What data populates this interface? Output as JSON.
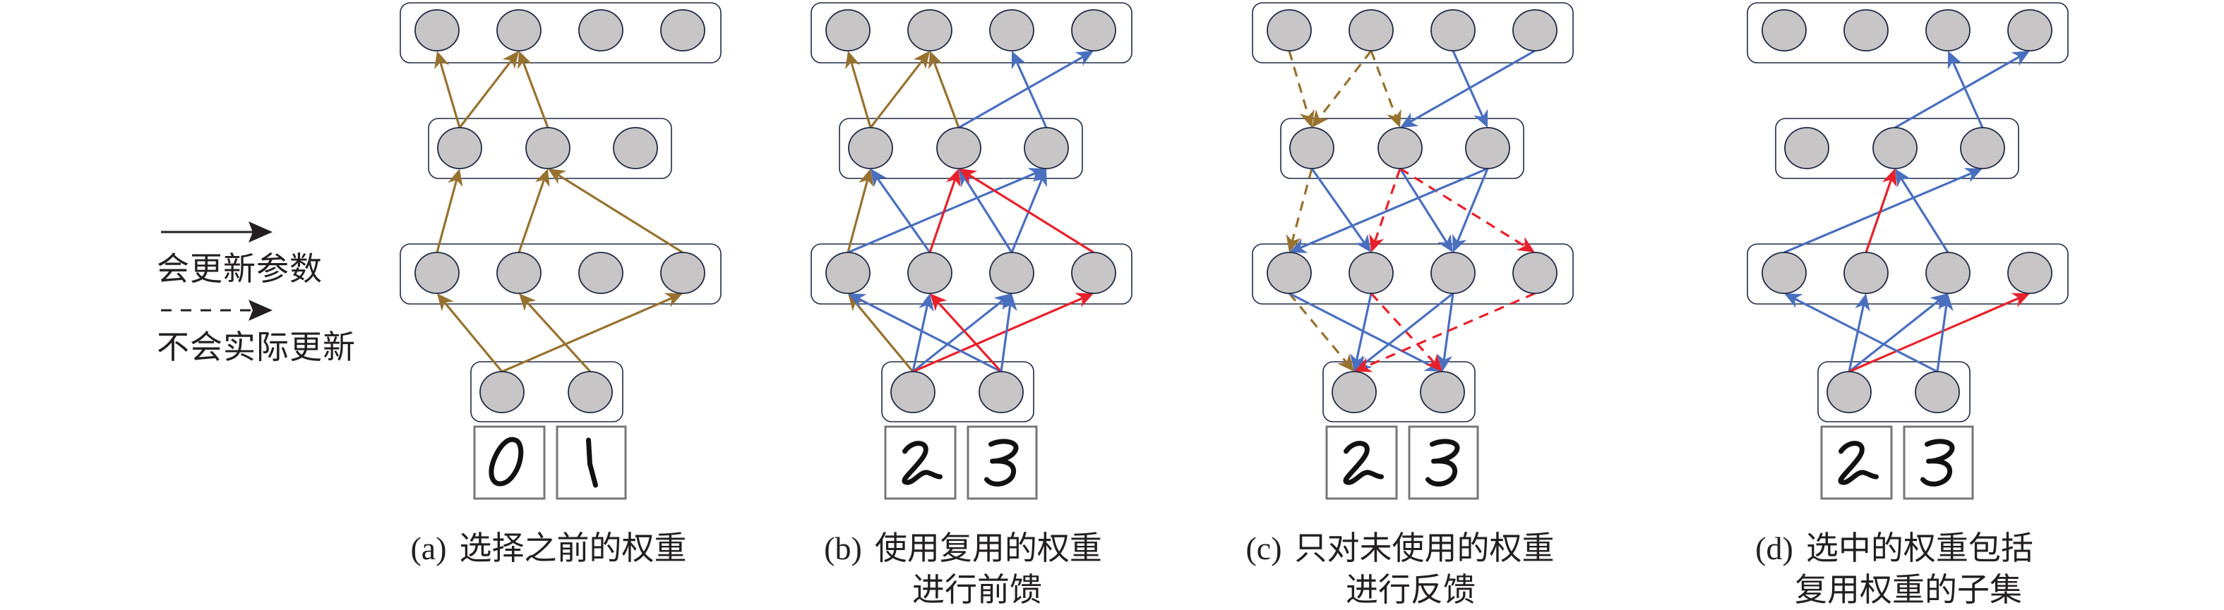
{
  "figure": {
    "colors": {
      "brown": "#97722f",
      "blue": "#4a6fbf",
      "red": "#e8202a",
      "node_fill": "#c7c5c6",
      "node_stroke": "#1f2a44",
      "box_stroke": "#1f2a44",
      "legend": "#231f20"
    },
    "layers": {
      "output": 4,
      "hidden2": 3,
      "hidden1": 4,
      "input": 2
    }
  },
  "legend": {
    "items": [
      {
        "style": "solid",
        "label": "会更新参数"
      },
      {
        "style": "dashed",
        "label": "不会实际更新"
      }
    ]
  },
  "panels": [
    {
      "id": "a",
      "tag": "(a)",
      "caption_lines": [
        "选择之前的权重"
      ],
      "digits": [
        "0",
        "1"
      ],
      "direction": "forward",
      "edges": [
        {
          "from": [
            "input",
            0
          ],
          "to": [
            "hidden1",
            0
          ],
          "color": "brown",
          "dashed": false
        },
        {
          "from": [
            "input",
            0
          ],
          "to": [
            "hidden1",
            3
          ],
          "color": "brown",
          "dashed": false
        },
        {
          "from": [
            "input",
            1
          ],
          "to": [
            "hidden1",
            1
          ],
          "color": "brown",
          "dashed": false
        },
        {
          "from": [
            "hidden1",
            0
          ],
          "to": [
            "hidden2",
            0
          ],
          "color": "brown",
          "dashed": false
        },
        {
          "from": [
            "hidden1",
            1
          ],
          "to": [
            "hidden2",
            1
          ],
          "color": "brown",
          "dashed": false
        },
        {
          "from": [
            "hidden1",
            3
          ],
          "to": [
            "hidden2",
            1
          ],
          "color": "brown",
          "dashed": false
        },
        {
          "from": [
            "hidden2",
            0
          ],
          "to": [
            "output",
            0
          ],
          "color": "brown",
          "dashed": false
        },
        {
          "from": [
            "hidden2",
            0
          ],
          "to": [
            "output",
            1
          ],
          "color": "brown",
          "dashed": false
        },
        {
          "from": [
            "hidden2",
            1
          ],
          "to": [
            "output",
            1
          ],
          "color": "brown",
          "dashed": false
        }
      ]
    },
    {
      "id": "b",
      "tag": "(b)",
      "caption_lines": [
        "使用复用的权重",
        "进行前馈"
      ],
      "digits": [
        "2",
        "3"
      ],
      "direction": "forward",
      "edges": [
        {
          "from": [
            "input",
            0
          ],
          "to": [
            "hidden1",
            0
          ],
          "color": "brown",
          "dashed": false
        },
        {
          "from": [
            "input",
            0
          ],
          "to": [
            "hidden1",
            1
          ],
          "color": "blue",
          "dashed": false
        },
        {
          "from": [
            "input",
            0
          ],
          "to": [
            "hidden1",
            2
          ],
          "color": "blue",
          "dashed": false
        },
        {
          "from": [
            "input",
            0
          ],
          "to": [
            "hidden1",
            3
          ],
          "color": "red",
          "dashed": false
        },
        {
          "from": [
            "input",
            1
          ],
          "to": [
            "hidden1",
            0
          ],
          "color": "blue",
          "dashed": false
        },
        {
          "from": [
            "input",
            1
          ],
          "to": [
            "hidden1",
            1
          ],
          "color": "red",
          "dashed": false
        },
        {
          "from": [
            "input",
            1
          ],
          "to": [
            "hidden1",
            2
          ],
          "color": "blue",
          "dashed": false
        },
        {
          "from": [
            "hidden1",
            0
          ],
          "to": [
            "hidden2",
            0
          ],
          "color": "brown",
          "dashed": false
        },
        {
          "from": [
            "hidden1",
            0
          ],
          "to": [
            "hidden2",
            2
          ],
          "color": "blue",
          "dashed": false
        },
        {
          "from": [
            "hidden1",
            1
          ],
          "to": [
            "hidden2",
            0
          ],
          "color": "blue",
          "dashed": false
        },
        {
          "from": [
            "hidden1",
            1
          ],
          "to": [
            "hidden2",
            1
          ],
          "color": "red",
          "dashed": false
        },
        {
          "from": [
            "hidden1",
            2
          ],
          "to": [
            "hidden2",
            1
          ],
          "color": "blue",
          "dashed": false
        },
        {
          "from": [
            "hidden1",
            2
          ],
          "to": [
            "hidden2",
            2
          ],
          "color": "blue",
          "dashed": false
        },
        {
          "from": [
            "hidden1",
            3
          ],
          "to": [
            "hidden2",
            1
          ],
          "color": "red",
          "dashed": false
        },
        {
          "from": [
            "hidden2",
            0
          ],
          "to": [
            "output",
            0
          ],
          "color": "brown",
          "dashed": false
        },
        {
          "from": [
            "hidden2",
            0
          ],
          "to": [
            "output",
            1
          ],
          "color": "brown",
          "dashed": false
        },
        {
          "from": [
            "hidden2",
            1
          ],
          "to": [
            "output",
            1
          ],
          "color": "brown",
          "dashed": false
        },
        {
          "from": [
            "hidden2",
            1
          ],
          "to": [
            "output",
            3
          ],
          "color": "blue",
          "dashed": false
        },
        {
          "from": [
            "hidden2",
            2
          ],
          "to": [
            "output",
            2
          ],
          "color": "blue",
          "dashed": false
        }
      ]
    },
    {
      "id": "c",
      "tag": "(c)",
      "caption_lines": [
        "只对未使用的权重",
        "进行反馈"
      ],
      "digits": [
        "2",
        "3"
      ],
      "direction": "backward",
      "edges": [
        {
          "from": [
            "output",
            0
          ],
          "to": [
            "hidden2",
            0
          ],
          "color": "brown",
          "dashed": true
        },
        {
          "from": [
            "output",
            1
          ],
          "to": [
            "hidden2",
            0
          ],
          "color": "brown",
          "dashed": true
        },
        {
          "from": [
            "output",
            1
          ],
          "to": [
            "hidden2",
            1
          ],
          "color": "brown",
          "dashed": true
        },
        {
          "from": [
            "output",
            2
          ],
          "to": [
            "hidden2",
            2
          ],
          "color": "blue",
          "dashed": false
        },
        {
          "from": [
            "output",
            3
          ],
          "to": [
            "hidden2",
            1
          ],
          "color": "blue",
          "dashed": false
        },
        {
          "from": [
            "hidden2",
            0
          ],
          "to": [
            "hidden1",
            0
          ],
          "color": "brown",
          "dashed": true
        },
        {
          "from": [
            "hidden2",
            0
          ],
          "to": [
            "hidden1",
            1
          ],
          "color": "blue",
          "dashed": false
        },
        {
          "from": [
            "hidden2",
            1
          ],
          "to": [
            "hidden1",
            1
          ],
          "color": "red",
          "dashed": true
        },
        {
          "from": [
            "hidden2",
            1
          ],
          "to": [
            "hidden1",
            2
          ],
          "color": "blue",
          "dashed": false
        },
        {
          "from": [
            "hidden2",
            1
          ],
          "to": [
            "hidden1",
            3
          ],
          "color": "red",
          "dashed": true
        },
        {
          "from": [
            "hidden2",
            2
          ],
          "to": [
            "hidden1",
            0
          ],
          "color": "blue",
          "dashed": false
        },
        {
          "from": [
            "hidden2",
            2
          ],
          "to": [
            "hidden1",
            2
          ],
          "color": "blue",
          "dashed": false
        },
        {
          "from": [
            "hidden1",
            0
          ],
          "to": [
            "input",
            0
          ],
          "color": "brown",
          "dashed": true
        },
        {
          "from": [
            "hidden1",
            0
          ],
          "to": [
            "input",
            1
          ],
          "color": "blue",
          "dashed": false
        },
        {
          "from": [
            "hidden1",
            1
          ],
          "to": [
            "input",
            0
          ],
          "color": "blue",
          "dashed": false
        },
        {
          "from": [
            "hidden1",
            1
          ],
          "to": [
            "input",
            1
          ],
          "color": "red",
          "dashed": true
        },
        {
          "from": [
            "hidden1",
            2
          ],
          "to": [
            "input",
            0
          ],
          "color": "blue",
          "dashed": false
        },
        {
          "from": [
            "hidden1",
            2
          ],
          "to": [
            "input",
            1
          ],
          "color": "blue",
          "dashed": false
        },
        {
          "from": [
            "hidden1",
            3
          ],
          "to": [
            "input",
            0
          ],
          "color": "red",
          "dashed": true
        }
      ]
    },
    {
      "id": "d",
      "tag": "(d)",
      "caption_lines": [
        "选中的权重包括",
        "复用权重的子集"
      ],
      "digits": [
        "2",
        "3"
      ],
      "direction": "forward",
      "edges": [
        {
          "from": [
            "input",
            0
          ],
          "to": [
            "hidden1",
            1
          ],
          "color": "blue",
          "dashed": false
        },
        {
          "from": [
            "input",
            0
          ],
          "to": [
            "hidden1",
            2
          ],
          "color": "blue",
          "dashed": false
        },
        {
          "from": [
            "input",
            0
          ],
          "to": [
            "hidden1",
            3
          ],
          "color": "red",
          "dashed": false
        },
        {
          "from": [
            "input",
            1
          ],
          "to": [
            "hidden1",
            0
          ],
          "color": "blue",
          "dashed": false
        },
        {
          "from": [
            "input",
            1
          ],
          "to": [
            "hidden1",
            2
          ],
          "color": "blue",
          "dashed": false
        },
        {
          "from": [
            "hidden1",
            0
          ],
          "to": [
            "hidden2",
            2
          ],
          "color": "blue",
          "dashed": false
        },
        {
          "from": [
            "hidden1",
            1
          ],
          "to": [
            "hidden2",
            1
          ],
          "color": "red",
          "dashed": false
        },
        {
          "from": [
            "hidden1",
            2
          ],
          "to": [
            "hidden2",
            1
          ],
          "color": "blue",
          "dashed": false
        },
        {
          "from": [
            "hidden2",
            1
          ],
          "to": [
            "output",
            3
          ],
          "color": "blue",
          "dashed": false
        },
        {
          "from": [
            "hidden2",
            2
          ],
          "to": [
            "output",
            2
          ],
          "color": "blue",
          "dashed": false
        }
      ]
    }
  ]
}
